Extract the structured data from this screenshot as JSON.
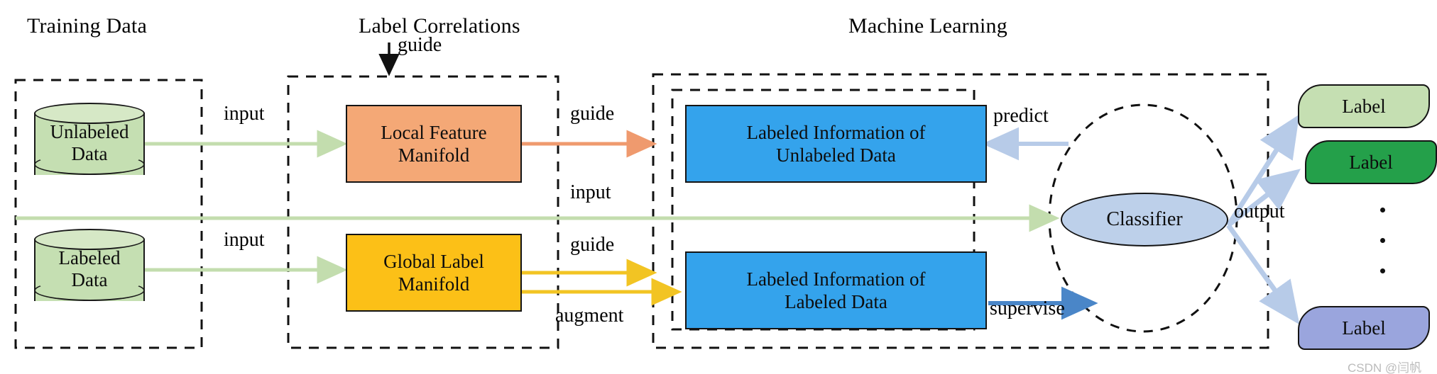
{
  "sections": [
    {
      "title": "Training Data"
    },
    {
      "title": "Label Correlations"
    },
    {
      "title": "Machine Learning"
    }
  ],
  "datastores": [
    {
      "line1": "Unlabeled",
      "line2": "Data"
    },
    {
      "line1": "Labeled",
      "line2": "Data"
    }
  ],
  "manifolds": [
    {
      "line1": "Local Feature",
      "line2": "Manifold",
      "color": "#f4a876"
    },
    {
      "line1": "Global Label",
      "line2": "Manifold",
      "color": "#fcc017"
    }
  ],
  "info_boxes": [
    {
      "line1": "Labeled Information of",
      "line2": "Unlabeled Data",
      "color": "#34a3ec"
    },
    {
      "line1": "Labeled Information of",
      "line2": "Labeled Data",
      "color": "#34a3ec"
    }
  ],
  "classifier": {
    "label": "Classifier"
  },
  "edge_labels": {
    "guide_top": "guide",
    "input_unlabeled": "input",
    "input_labeled": "input",
    "guide_local": "guide",
    "input_direct": "input",
    "guide_global": "guide",
    "augment": "augment",
    "predict": "predict",
    "supervise": "supervise",
    "output": "output"
  },
  "outputs": [
    {
      "label": "Label",
      "color": "#c5dfb2"
    },
    {
      "label": "Label",
      "color": "#24a04a"
    },
    {
      "label": "Label",
      "color": "#9aa5dd"
    }
  ],
  "ellipsis": "⋮",
  "watermark": "CSDN @闫帆",
  "colors": {
    "green_arrow": "#c3ddae",
    "orange_arrow": "#ef9a6e",
    "yellow_arrow": "#f2c423",
    "light_blue_arrow": "#b7cbe8",
    "blue_arrow": "#4a86c8",
    "outline": "#141414"
  }
}
